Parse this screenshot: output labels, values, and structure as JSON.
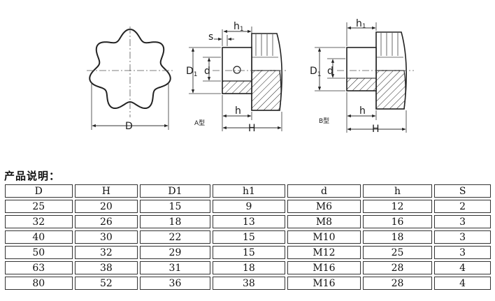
{
  "drawing": {
    "labels": {
      "D": "D",
      "D1": "D",
      "D1_sub": "1",
      "d": "d",
      "h": "h",
      "h1": "h",
      "h1_sub": "1",
      "H": "H",
      "s": "s",
      "type_a": "A型",
      "type_b": "B型"
    }
  },
  "section_title": "产品说明：",
  "table": {
    "headers": [
      "D",
      "H",
      "D1",
      "h1",
      "d",
      "h",
      "S"
    ],
    "rows": [
      [
        "25",
        "20",
        "15",
        "9",
        "M6",
        "12",
        "2"
      ],
      [
        "32",
        "26",
        "18",
        "13",
        "M8",
        "16",
        "3"
      ],
      [
        "40",
        "30",
        "22",
        "15",
        "M10",
        "18",
        "3"
      ],
      [
        "50",
        "32",
        "29",
        "15",
        "M12",
        "25",
        "3"
      ],
      [
        "63",
        "38",
        "31",
        "18",
        "M16",
        "28",
        "4"
      ],
      [
        "80",
        "52",
        "36",
        "38",
        "M16",
        "28",
        "4"
      ]
    ]
  }
}
